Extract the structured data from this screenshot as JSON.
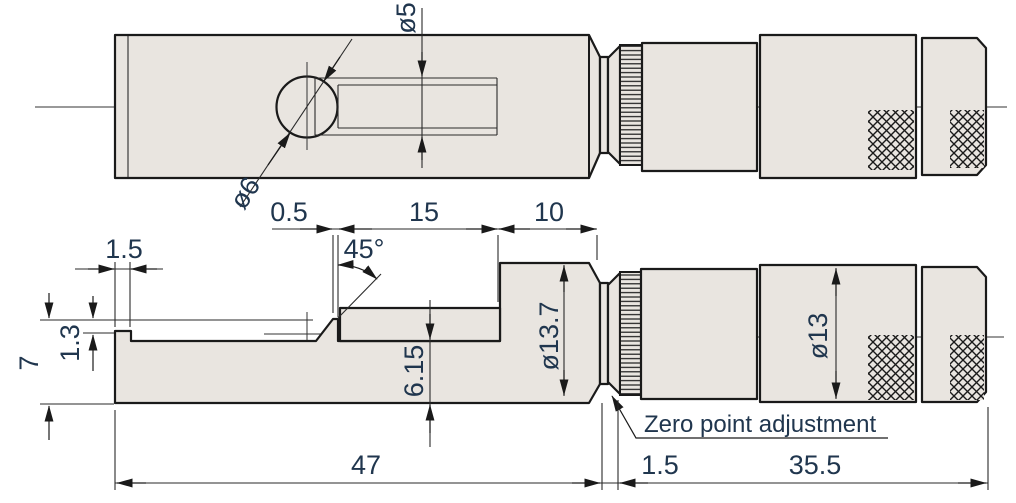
{
  "title": "Micrometer with blade anvil - dimensioned technical drawing, two views",
  "colors": {
    "background": "#ffffff",
    "part_fill": "#e9e5e0",
    "outline": "#1a1a1a",
    "dimension_text": "#20364e"
  },
  "labels": {
    "dia5": "ø5",
    "dia6": "ø6",
    "d05": "0.5",
    "d15": "15",
    "d10": "10",
    "deg45": "45°",
    "d15_tip": "1.5",
    "d13": "1.3",
    "d7": "7",
    "d615": "6.15",
    "dia137": "ø13.7",
    "dia13": "ø13",
    "d47": "47",
    "d15_ring": "1.5",
    "d355": "35.5",
    "note_zero": "Zero point adjustment"
  },
  "dimension_values": [
    "ø5",
    "ø6",
    "0.5",
    "15",
    "10",
    "45°",
    "1.5",
    "1.3",
    "7",
    "6.15",
    "ø13.7",
    "ø13",
    "47",
    "1.5",
    "35.5"
  ],
  "views": {
    "top_view": "plan view of blade anvil with ø6 ball contact and ø5 slot",
    "lower_view": "side view with blade edge, 45° chamfered spindle tip, stem and thimble",
    "callout": "Zero point adjustment ring between stem and knurled ring"
  }
}
